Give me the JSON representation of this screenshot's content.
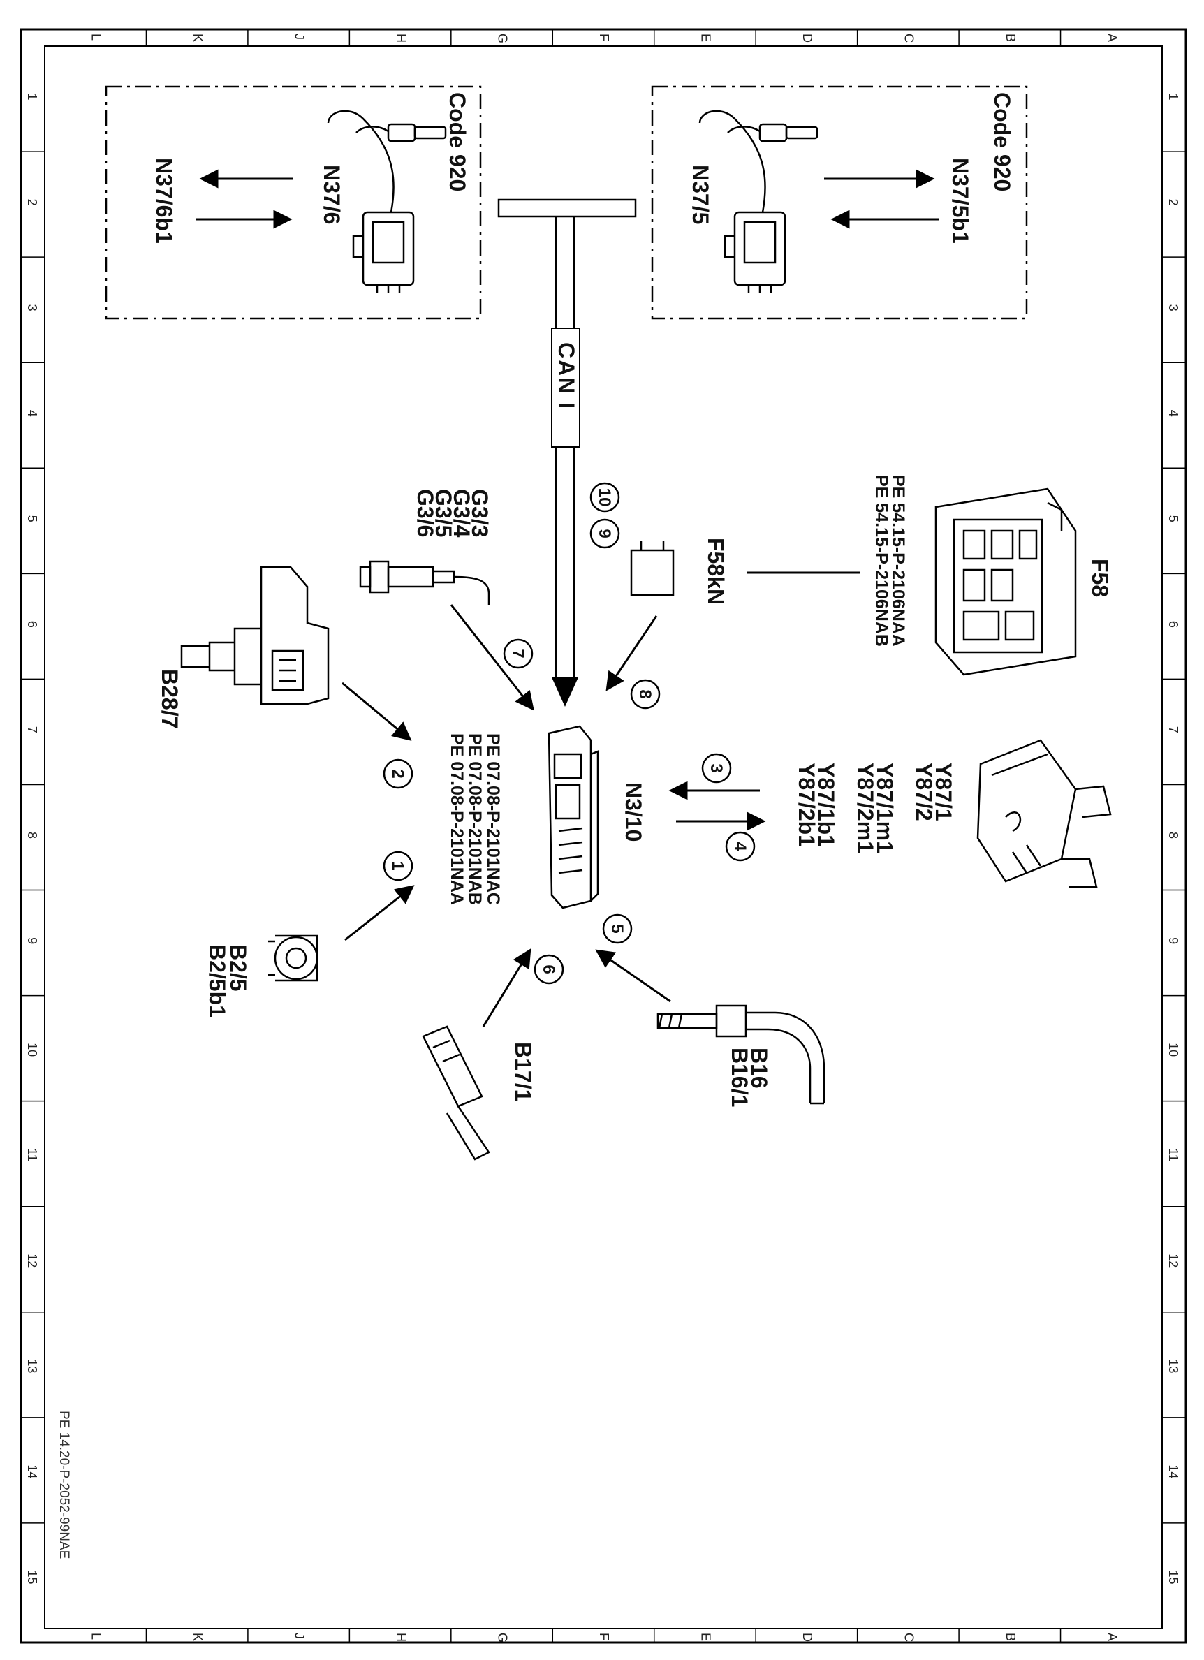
{
  "grid": {
    "letters": [
      "L",
      "K",
      "J",
      "H",
      "G",
      "F",
      "E",
      "D",
      "C",
      "B",
      "A"
    ],
    "numbers": [
      "1",
      "2",
      "3",
      "4",
      "5",
      "6",
      "7",
      "8",
      "9",
      "10",
      "11",
      "12",
      "13",
      "14",
      "15"
    ]
  },
  "boxes": {
    "left": {
      "code": "Code 920",
      "module": "N37/6",
      "sensor": "N37/6b1"
    },
    "right": {
      "code": "Code 920",
      "module": "N37/5",
      "sensor": "N37/5b1"
    }
  },
  "bus": {
    "label": "CAN I"
  },
  "ecu": {
    "label": "N3/10",
    "refs": [
      "PE 07.08-P-2101NAA",
      "PE 07.08-P-2101NAB",
      "PE 07.08-P-2101NAC"
    ]
  },
  "fuse": {
    "relay": "F58kN",
    "box": "F58",
    "refs": [
      "PE 54.15-P-2106NAA",
      "PE 54.15-P-2106NAB"
    ]
  },
  "o2": {
    "labels": [
      "G3/3",
      "G3/4",
      "G3/5",
      "G3/6"
    ]
  },
  "pressure": {
    "label": "B28/7"
  },
  "coolant": {
    "labels": [
      "B2/5",
      "B2/5b1"
    ]
  },
  "intake": {
    "label": "B17/1"
  },
  "exhaust": {
    "labels": [
      "B16",
      "B16/1"
    ]
  },
  "valve": {
    "labels": [
      "Y87/1",
      "Y87/2",
      "Y87/1m1",
      "Y87/2m1",
      "Y87/1b1",
      "Y87/2b1"
    ]
  },
  "circles": [
    "1",
    "2",
    "3",
    "4",
    "5",
    "6",
    "7",
    "8",
    "9",
    "10"
  ],
  "footer": {
    "doc": "PE 14.20-P-2052-99NAE"
  }
}
